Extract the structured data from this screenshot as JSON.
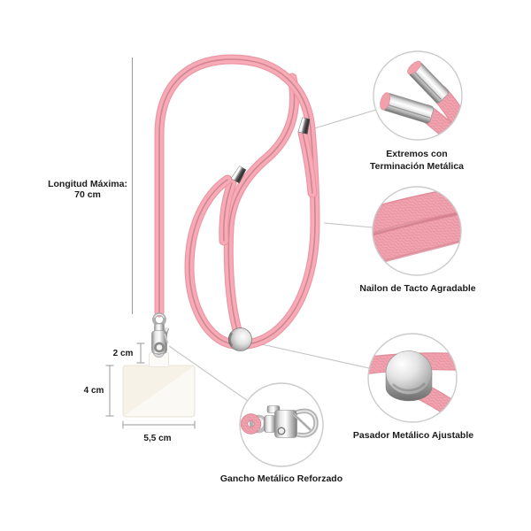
{
  "measurements": {
    "max_length": {
      "label": "Longitud Máxima:",
      "value": "70 cm"
    },
    "tab_height": {
      "value": "2 cm"
    },
    "card_height": {
      "value": "4 cm"
    },
    "card_width": {
      "value": "5,5 cm"
    }
  },
  "callouts": {
    "metal_tips": {
      "line1": "Extremos con",
      "line2": "Terminación Metálica"
    },
    "nylon_cord": {
      "label": "Nailon de Tacto Agradable"
    },
    "slider": {
      "label": "Pasador Metálico Ajustable"
    },
    "hook": {
      "label": "Gancho Metálico Reforzado"
    }
  },
  "parts": {
    "cord": "pink-lanyard-cord",
    "tips": "metal-cord-tips",
    "slider": "metal-slider-bead",
    "hook": "metal-lobster-clasp",
    "card": "phone-tab-card"
  },
  "colors": {
    "cord_pink": "#F4A3AF",
    "cord_seam": "#D28592",
    "metal_light": "#E8E8E8",
    "metal_dark": "#7C7C7C",
    "card_cream": "#F6F2E8",
    "bubble_ring": "#CBCBCB",
    "leader_line": "#C4C4C4",
    "measure_line": "#9A9A9A",
    "text": "#1B1B1B",
    "background": "#FFFFFF"
  }
}
